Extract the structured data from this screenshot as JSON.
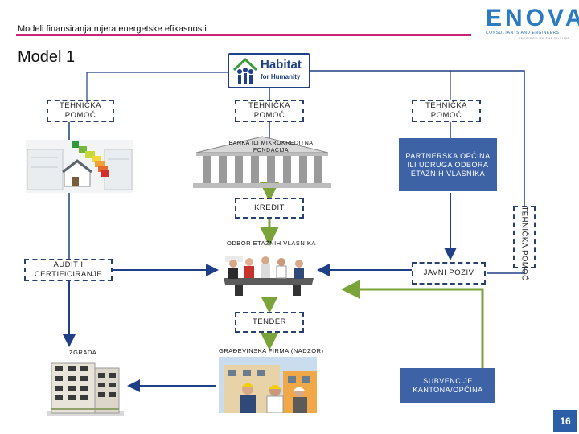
{
  "header": {
    "title": "Modeli finansiranja mjera energetske efikasnosti",
    "model_title": "Model 1"
  },
  "logos": {
    "enova_letters": "ENOVA",
    "enova_sub": "CONSULTANTS AND ENGINEERS",
    "enova_sub2": "INSPIRED BY THE FUTURE",
    "habitat_name": "Habitat",
    "habitat_sub": "for Humanity"
  },
  "boxes": {
    "tp_left": "TEHNIČKA POMOĆ",
    "tp_center": "TEHNIČKA POMOĆ",
    "tp_right": "TEHNIČKA POMOĆ",
    "bank": "BANKA ILI MIKROKREDITNA FONDACIJA",
    "partner": "PARTNERSKA OPĆINA ILI UDRUGA ODBORA ETAŽNIH VLASNIKA",
    "kredit": "KREDIT",
    "tp_vertical": "TEHNIČKA POMOĆ",
    "odbor": "ODBOR ETAŽNIH VLASNIKA",
    "audit": "AUDIT I CERTIFICIRANJE",
    "javni_poziv": "JAVNI POZIV",
    "tender": "TENDER",
    "zgrada": "ZGRADA",
    "gradevinska": "GRAĐEVINSKA FIRMA (NADZOR)",
    "subvencije": "SUBVENCIJE KANTONA/OPĆINA"
  },
  "page_number": "16",
  "colors": {
    "accent_rule": "#c8237a",
    "box_border": "#27406e",
    "solid_box": "#3e62a6",
    "arrow_green": "#7aa43a",
    "arrow_blue": "#1f3f86"
  }
}
